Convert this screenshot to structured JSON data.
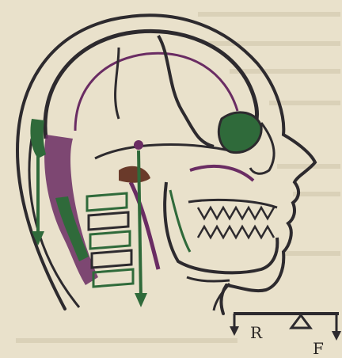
{
  "figure": {
    "subject": "head-skull-lever",
    "labels": {
      "resistance": "R",
      "force": "F"
    },
    "colors": {
      "ink": "#2d2a2e",
      "paper": "#e9e1cb",
      "green": "#2f6a3a",
      "purple": "#6a2c63",
      "brown": "#6a3a2a"
    }
  }
}
